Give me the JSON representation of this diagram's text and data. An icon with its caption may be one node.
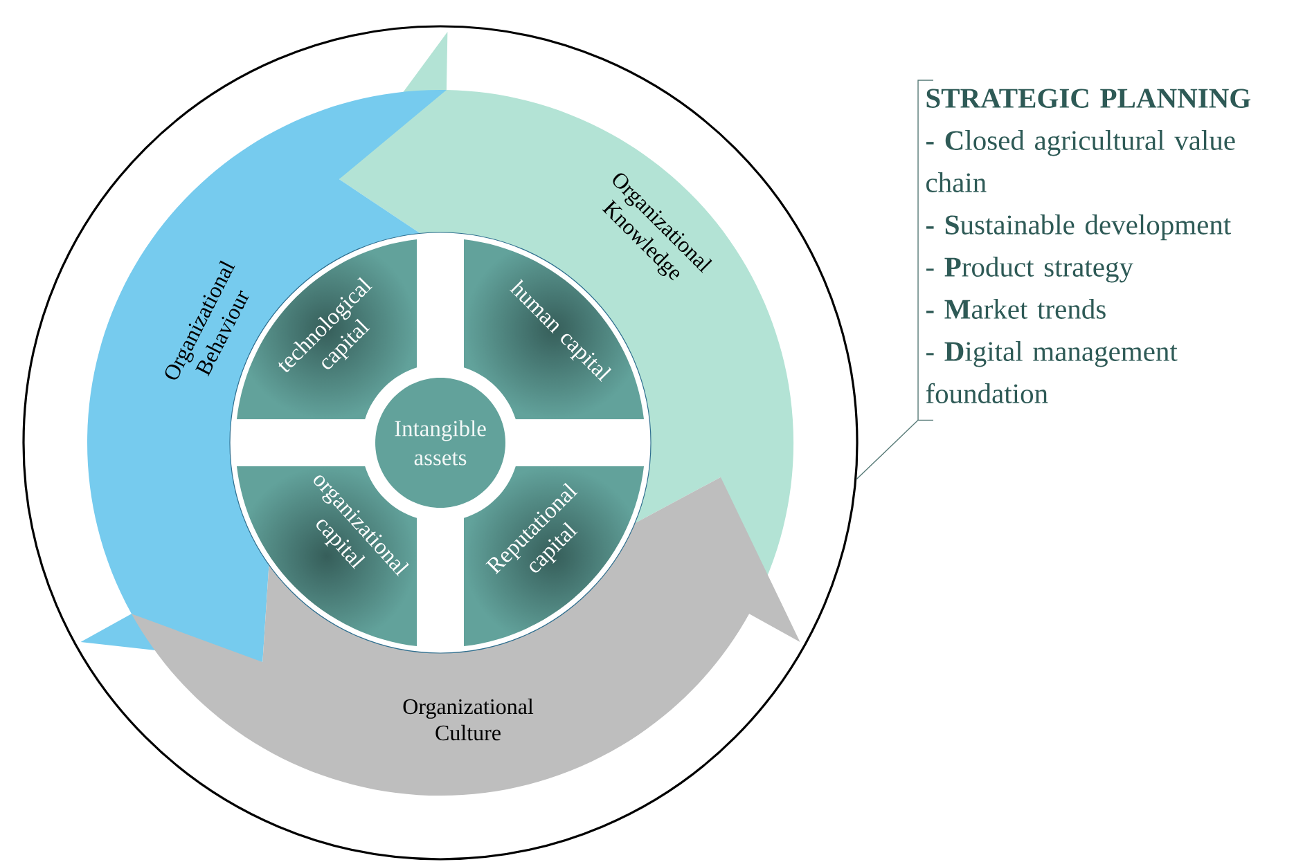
{
  "diagram": {
    "nodes": [
      {
        "text": [],
        "shape": "circle"
      },
      {
        "text": [
          "Organizational Behaviour"
        ],
        "in": 0
      },
      {
        "text": [
          "Organizational Knowledge"
        ],
        "in": 0
      },
      {
        "text": [
          "Organizational Culture"
        ],
        "in": 0
      },
      {
        "text": [
          "technological capital"
        ],
        "in": 0
      },
      {
        "text": [
          "human capital"
        ],
        "in": 0
      },
      {
        "text": [
          "Intangible assets"
        ],
        "in": 0
      },
      {
        "text": [
          "organizational capital"
        ],
        "in": 0
      },
      {
        "text": [
          "Reputational capital"
        ],
        "in": 0
      },
      {
        "text": [
          "STRATEGIC PLANNING",
          "**- C**losed agricultural value chain",
          "**- S**ustainable development",
          "- **P**roduct strategy",
          "**- M**arket trends",
          "- **D**igital management foundation"
        ]
      }
    ],
    "edges": [
      {
        "from": 9,
        "to": 0,
        "arrow": "none"
      }
    ]
  }
}
